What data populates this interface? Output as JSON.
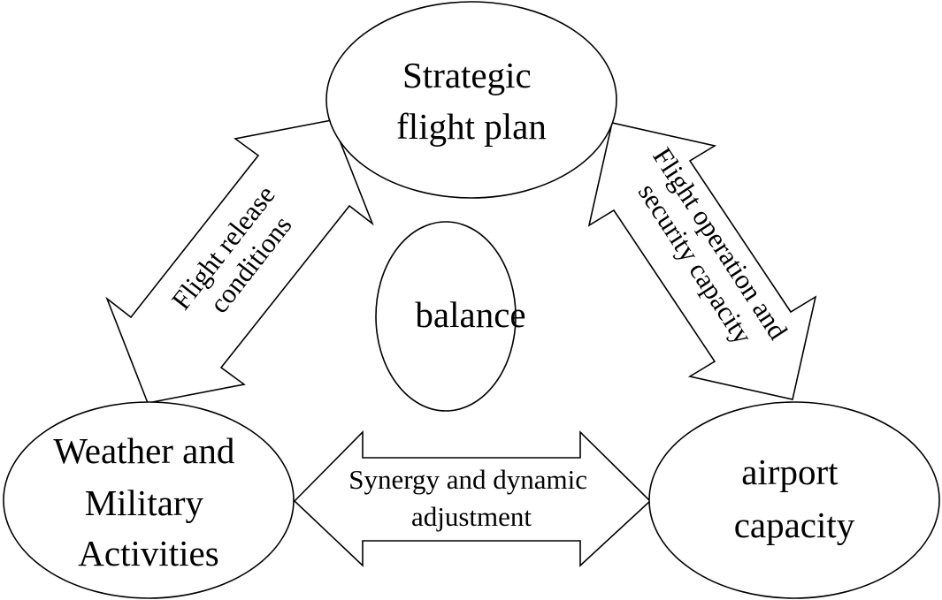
{
  "nodes": {
    "strategic": {
      "line1": "Strategic",
      "line2": "flight plan"
    },
    "balance": {
      "label": "balance"
    },
    "weather": {
      "line1": "Weather and",
      "line2": "Military",
      "line3": "Activities"
    },
    "airport": {
      "line1": "airport",
      "line2": "capacity"
    }
  },
  "arrows": {
    "left": {
      "line1": "Flight release",
      "line2": "conditions"
    },
    "right": {
      "line1": "Flight operation and",
      "line2": "security capacity"
    },
    "bottom": {
      "line1": "Synergy and dynamic",
      "line2": "adjustment"
    }
  },
  "colors": {
    "stroke": "#000000",
    "fill": "#ffffff"
  }
}
